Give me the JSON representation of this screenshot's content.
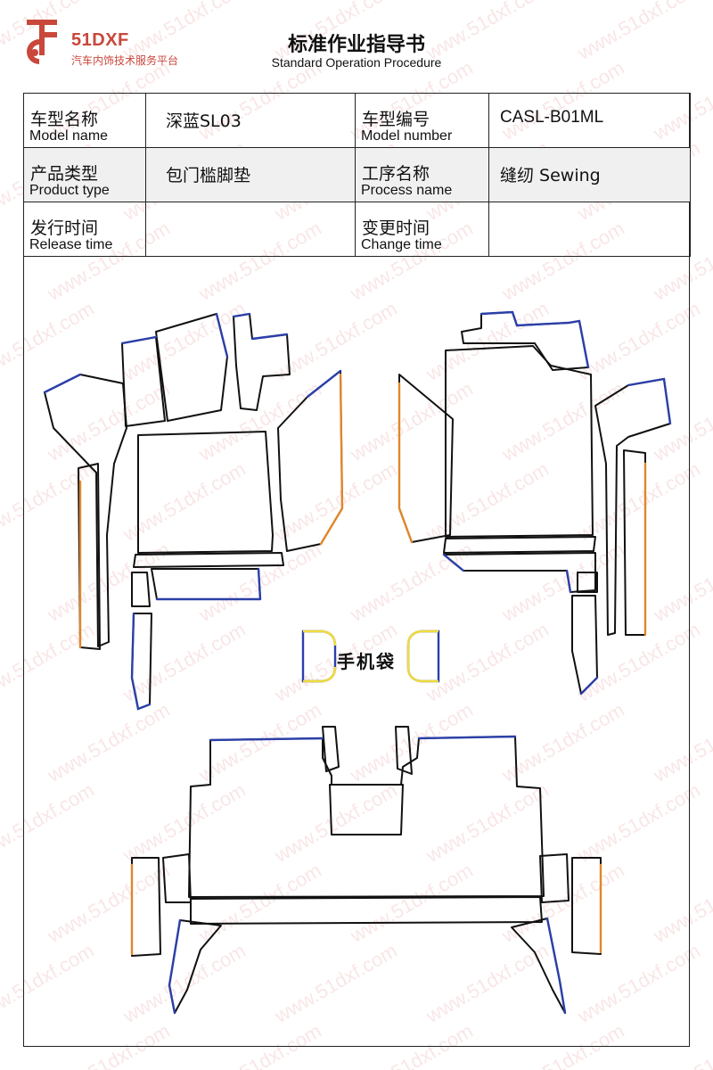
{
  "header": {
    "brand_name": "51DXF",
    "brand_tagline": "汽车内饰技术服务平台",
    "title": "标准作业指导书",
    "subtitle": "Standard Operation Procedure",
    "logo_color": "#c9473b"
  },
  "info_table": {
    "model_name_cn": "车型名称",
    "model_name_en": "Model name",
    "model_name_value": "深蓝SL03",
    "model_number_cn": "车型编号",
    "model_number_en": "Model number",
    "model_number_value": "CASL-B01ML",
    "product_type_cn": "产品类型",
    "product_type_en": "Product type",
    "product_type_value": "包门槛脚垫",
    "process_name_cn": "工序名称",
    "process_name_en": "Process name",
    "process_name_value": "缝纫 Sewing",
    "release_time_cn": "发行时间",
    "release_time_en": "Release time",
    "release_time_value": "",
    "change_time_cn": "变更时间",
    "change_time_en": "Change time",
    "change_time_value": ""
  },
  "drawing": {
    "pocket_label": "手机袋",
    "outline_color": "#111111",
    "edge_color_blue": "#2b3fa8",
    "edge_color_orange": "#e0872b",
    "edge_color_yellow": "#f0dc3c"
  },
  "watermark": {
    "text": "www.51dxf.com"
  }
}
